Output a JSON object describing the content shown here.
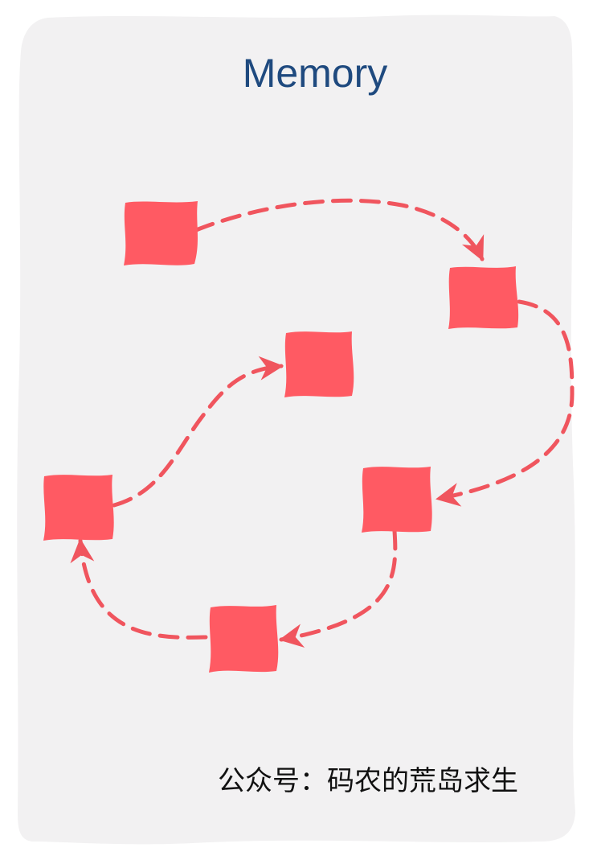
{
  "diagram": {
    "title": "Memory",
    "footer": "公众号：码农的荒岛求生",
    "colors": {
      "panel": "#f2f1f2",
      "node": "#ff5a63",
      "arrow": "#f0555e",
      "title": "#1f4a7f",
      "footer": "#111111"
    },
    "nodes": [
      {
        "id": "node-1"
      },
      {
        "id": "node-2"
      },
      {
        "id": "node-3"
      },
      {
        "id": "node-4"
      },
      {
        "id": "node-5"
      },
      {
        "id": "node-6"
      }
    ],
    "edges": [
      {
        "from": "node-1",
        "to": "node-2"
      },
      {
        "from": "node-2",
        "to": "node-3"
      },
      {
        "from": "node-3",
        "to": "node-4"
      },
      {
        "from": "node-4",
        "to": "node-5"
      },
      {
        "from": "node-5",
        "to": "node-6"
      }
    ]
  }
}
